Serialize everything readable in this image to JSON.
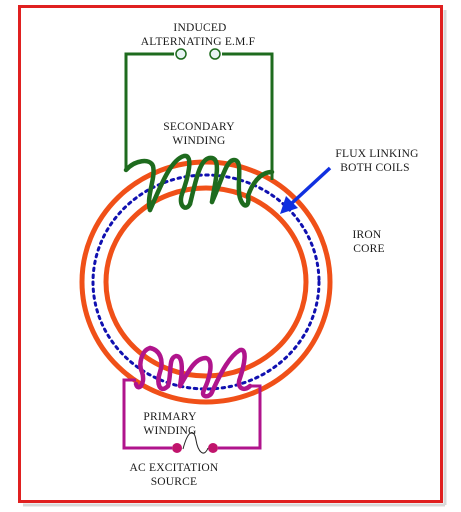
{
  "labels": {
    "induced_line1": "INDUCED",
    "induced_line2": "ALTERNATING E.M.F",
    "secondary_line1": "SECONDARY",
    "secondary_line2": "WINDING",
    "flux_line1": "FLUX LINKING",
    "flux_line2": "BOTH COILS",
    "core_line1": "IRON",
    "core_line2": "CORE",
    "primary_line1": "PRIMARY",
    "primary_line2": "WINDING",
    "source_line1": "AC EXCITATION",
    "source_line2": "SOURCE"
  },
  "colors": {
    "frame": "#e02020",
    "core": "#f05018",
    "flux": "#1010b0",
    "arrow": "#1030e0",
    "secondary": "#1e6b1e",
    "primary": "#b0148c",
    "terminal_secondary_fill": "#e8f4f4",
    "terminal_primary_fill": "#c0146c"
  }
}
